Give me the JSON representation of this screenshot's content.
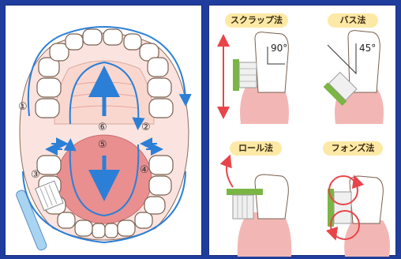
{
  "mouth_diagram": {
    "labels": [
      "①",
      "②",
      "③",
      "④",
      "⑤",
      "⑥"
    ]
  },
  "techniques": [
    {
      "name": "スクラップ法",
      "angle": "90°"
    },
    {
      "name": "バス法",
      "angle": "45°"
    },
    {
      "name": "ロール法"
    },
    {
      "name": "フォンズ法"
    }
  ],
  "colors": {
    "background_border": "#1f3d9c",
    "arrow_blue": "#2b7fd6",
    "brush_arrow_red": "#e8454a",
    "gum_pink": "#f2b7b5",
    "tongue_pink": "#e98f90",
    "palate_pink": "#f9d7cf",
    "brush_green": "#7bb544",
    "label_bg": "#fde9a6"
  }
}
